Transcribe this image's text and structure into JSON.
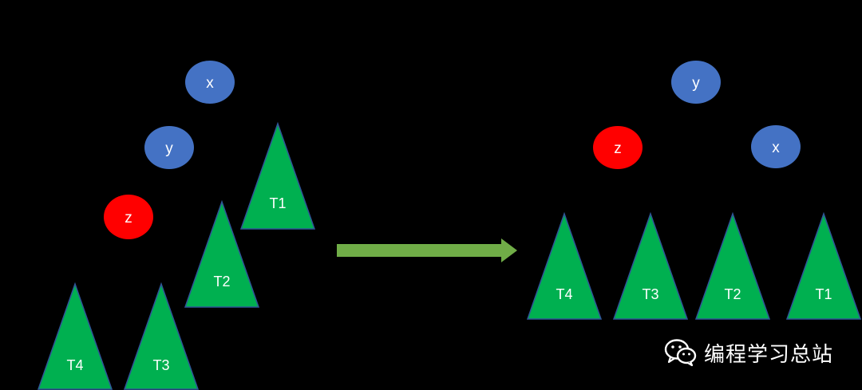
{
  "colors": {
    "background": "#000000",
    "node_blue": "#4472c4",
    "node_red": "#ff0000",
    "triangle_fill": "#00b050",
    "triangle_stroke": "#2f5597",
    "arrow": "#70ad47",
    "text": "#ffffff"
  },
  "left_tree": {
    "x_node": "x",
    "y_node": "y",
    "z_node": "z",
    "t1": "T1",
    "t2": "T2",
    "t3": "T3",
    "t4": "T4"
  },
  "right_tree": {
    "y_node": "y",
    "z_node": "z",
    "x_node": "x",
    "t4": "T4",
    "t3": "T3",
    "t2": "T2",
    "t1": "T1"
  },
  "watermark": {
    "icon": "wechat-icon",
    "text": "编程学习总站"
  }
}
